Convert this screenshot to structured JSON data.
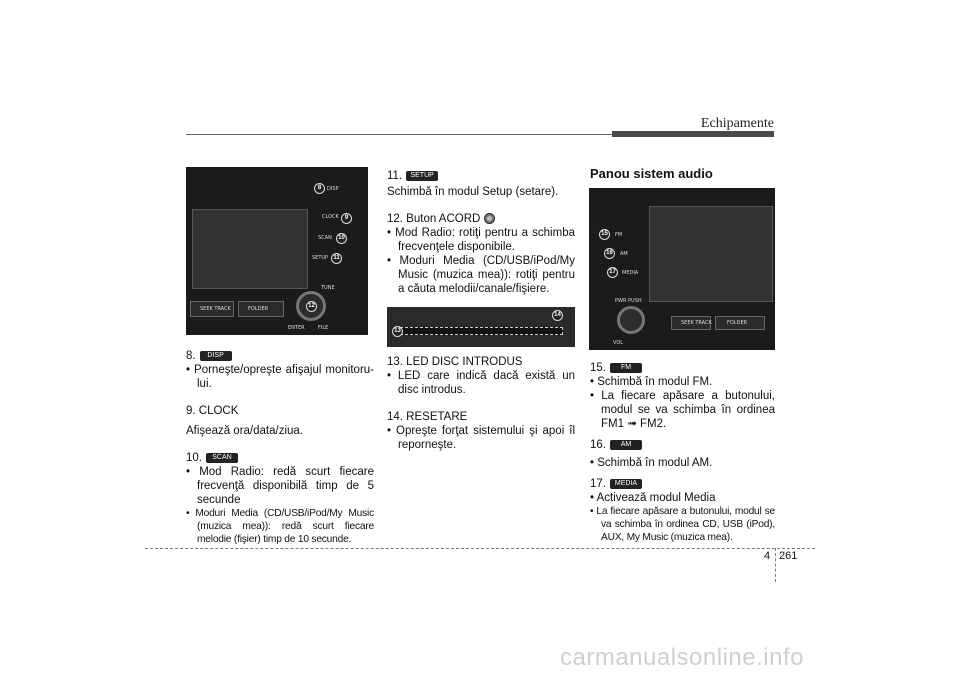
{
  "header": {
    "title": "Echipamente"
  },
  "left_column": {
    "photo_labels": {
      "disp": "DISP",
      "clock": "CLOCK",
      "scan": "SCAN",
      "setup": "SETUP",
      "tune": "TUNE",
      "enter": "ENTER",
      "file": "FILE",
      "seek": "SEEK TRACK",
      "folder": "FOLDER"
    },
    "photo_numbers": [
      "8",
      "9",
      "10",
      "11",
      "12"
    ],
    "item8_num": "8.",
    "item8_badge": "DISP",
    "item8_b1": "• Porneşte/opreşte afişajul monitoru-lui.",
    "item9_title": "9. CLOCK",
    "item9_text": "Afişează ora/data/ziua.",
    "item10_num": "10.",
    "item10_badge": "SCAN",
    "item10_b1": "• Mod Radio: redă scurt fiecare frecvenţă disponibilă timp de 5 secunde",
    "item10_b2": "• Moduri Media (CD/USB/iPod/My Music (muzica mea)): redă scurt fiecare melodie (fişier) timp de 10 secunde."
  },
  "middle_column": {
    "item11_num": "11.",
    "item11_badge": "SETUP",
    "item11_text": "Schimbă în modul Setup (setare).",
    "item12_title": "12. Buton ACORD",
    "item12_b1": "• Mod Radio: rotiţi pentru a schimba frecvenţele disponibile.",
    "item12_b2": "• Moduri Media (CD/USB/iPod/My Music (muzica mea)): rotiţi pentru a căuta melodii/canale/fişiere.",
    "photo_numbers": [
      "13",
      "14"
    ],
    "item13_title": "13. LED DISC INTRODUS",
    "item13_b1": "• LED care indică dacă există un disc introdus.",
    "item14_title": "14. RESETARE",
    "item14_b1": "• Opreşte forţat sistemului şi apoi îl reporneşte."
  },
  "right_column": {
    "heading": "Panou sistem audio",
    "photo_labels": {
      "fm": "FM",
      "am": "AM",
      "media": "MEDIA",
      "pwr": "PWR PUSH",
      "vol": "VOL",
      "seek": "SEEK TRACK",
      "folder": "FOLDER"
    },
    "photo_numbers": [
      "15",
      "16",
      "17"
    ],
    "item15_num": "15.",
    "item15_badge": "FM",
    "item15_b1": "• Schimbă în modul FM.",
    "item15_b2": "• La fiecare apăsare a butonului, modul se va schimba în ordinea FM1 ➟ FM2.",
    "item16_num": "16.",
    "item16_badge": "AM",
    "item16_b1": "• Schimbă în modul AM.",
    "item17_num": "17.",
    "item17_badge": "MEDIA",
    "item17_b1": "• Activează modul Media",
    "item17_b2": "• La fiecare apăsare a butonului, modul se va schimba în ordinea CD, USB (iPod), AUX, My Music (muzica mea)."
  },
  "footer": {
    "chapter": "4",
    "page": "261",
    "watermark": "carmanualsonline.info"
  }
}
